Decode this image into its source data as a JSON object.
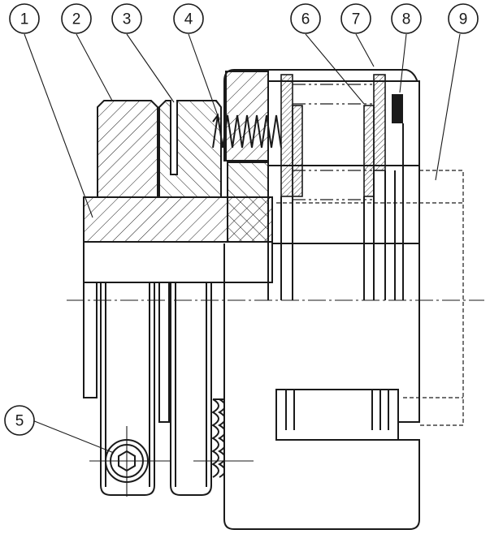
{
  "callouts": [
    {
      "id": 1,
      "label": "1"
    },
    {
      "id": 2,
      "label": "2"
    },
    {
      "id": 3,
      "label": "3"
    },
    {
      "id": 4,
      "label": "4"
    },
    {
      "id": 5,
      "label": "5"
    },
    {
      "id": 6,
      "label": "6"
    },
    {
      "id": 7,
      "label": "7"
    },
    {
      "id": 8,
      "label": "8"
    },
    {
      "id": 9,
      "label": "9"
    }
  ]
}
